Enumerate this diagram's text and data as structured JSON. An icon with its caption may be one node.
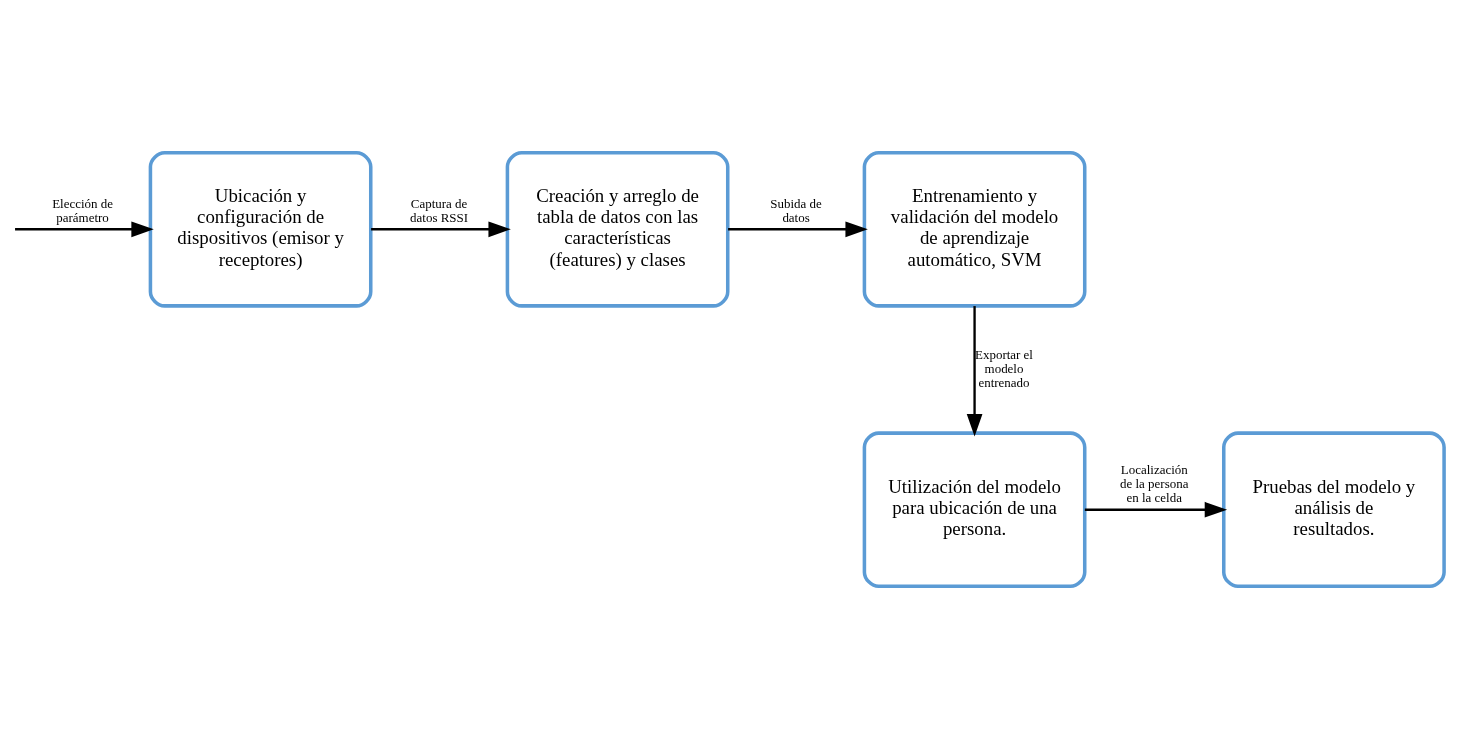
{
  "diagram": {
    "nodes": [
      {
        "text": [
          "Ubicación y configuración de dispositivos (emisor y receptores)"
        ]
      },
      {
        "text": [
          "Creación y arreglo de tabla de datos con las características (features) y clases"
        ]
      },
      {
        "text": [
          "Entrenamiento y validación del modelo de aprendizaje automático, SVM"
        ]
      },
      {
        "text": [
          "Utilización del modelo para ubicación de una persona."
        ]
      },
      {
        "text": [
          "Pruebas del modelo y análisis de resultados."
        ]
      }
    ],
    "edges": [
      {
        "from": null,
        "to": 0,
        "arrow": "to",
        "label": "Elección de parámetro"
      },
      {
        "from": 0,
        "to": 1,
        "arrow": "to",
        "label": "Captura de datos RSSI"
      },
      {
        "from": 1,
        "to": 2,
        "arrow": "to",
        "label": "Subida de datos"
      },
      {
        "from": 2,
        "to": 3,
        "arrow": "to",
        "label": "Exportar el modelo entrenado"
      },
      {
        "from": 3,
        "to": 4,
        "arrow": "to",
        "label": "Localización de la persona en la celda"
      }
    ]
  }
}
